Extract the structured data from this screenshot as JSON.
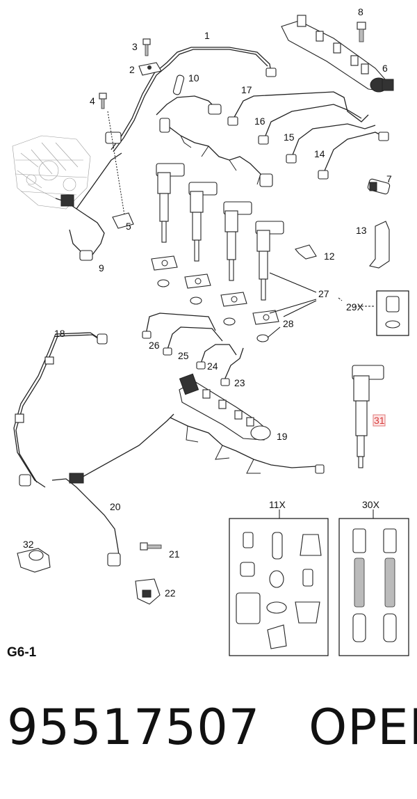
{
  "diagram": {
    "section_label": "G6-1",
    "callouts": [
      "1",
      "2",
      "3",
      "4",
      "5",
      "6",
      "7",
      "8",
      "9",
      "10",
      "11X",
      "12",
      "13",
      "14",
      "15",
      "16",
      "17",
      "18",
      "19",
      "20",
      "21",
      "22",
      "23",
      "24",
      "25",
      "26",
      "27",
      "28",
      "29X",
      "30X",
      "31",
      "32"
    ],
    "highlighted_callout": "31",
    "highlight_color": "#d63a3a"
  },
  "footer": {
    "part_number": "95517507",
    "brand": "OPEL"
  }
}
